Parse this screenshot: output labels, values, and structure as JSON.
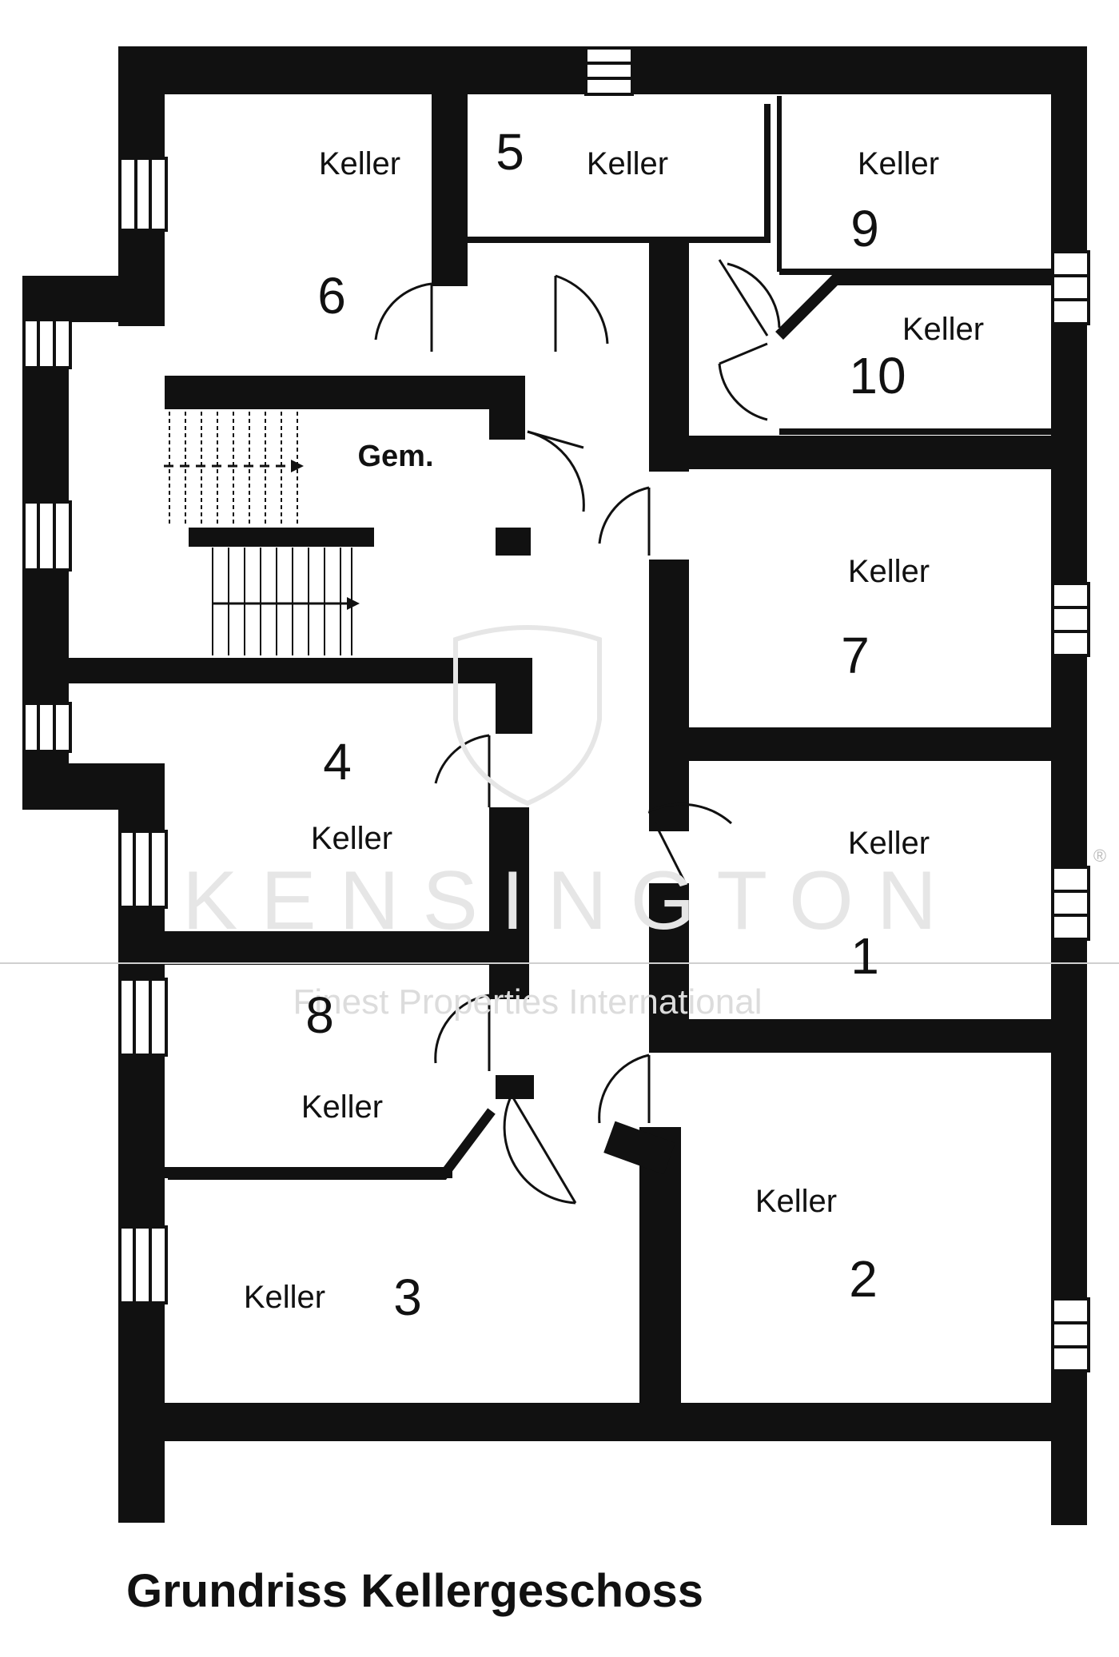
{
  "title": "Grundriss Kellergeschoss",
  "stair_label": "Gem.",
  "watermark": {
    "brand": "K E N S I N G T O N",
    "tagline": "Finest Properties International",
    "registered": "®"
  },
  "rooms": [
    {
      "label": "Keller",
      "number": "6"
    },
    {
      "label": "Keller",
      "number": "5"
    },
    {
      "label": "Keller",
      "number": "9"
    },
    {
      "label": "Keller",
      "number": "10"
    },
    {
      "label": "Keller",
      "number": "7"
    },
    {
      "label": "Keller",
      "number": "4"
    },
    {
      "label": "Keller",
      "number": "1"
    },
    {
      "label": "Keller",
      "number": "8"
    },
    {
      "label": "Keller",
      "number": "2"
    },
    {
      "label": "Keller",
      "number": "3"
    }
  ]
}
